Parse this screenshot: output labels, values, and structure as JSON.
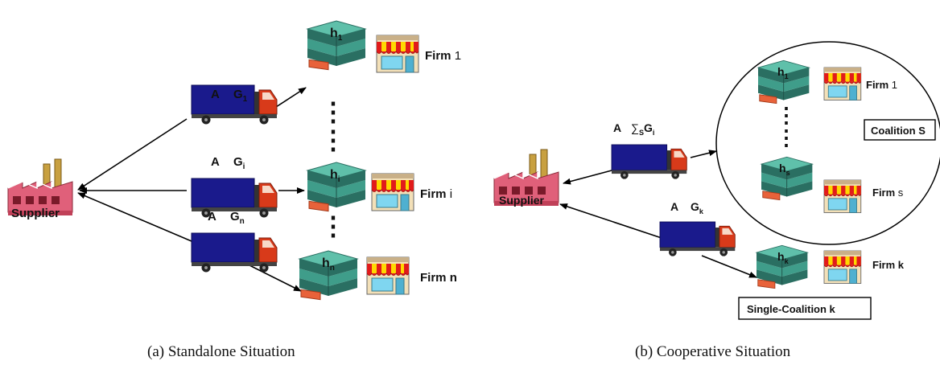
{
  "panel_a": {
    "caption": "(a) Standalone Situation",
    "supplier_label": "Supplier",
    "ellipsis": "⋮",
    "trucks": [
      {
        "cost": "A",
        "order": "G",
        "order_sub": "1"
      },
      {
        "cost": "A",
        "order": "G",
        "order_sub": "i"
      },
      {
        "cost": "A",
        "order": "G",
        "order_sub": "n"
      }
    ],
    "warehouses": [
      {
        "label": "h",
        "sub": "1"
      },
      {
        "label": "h",
        "sub": "i"
      },
      {
        "label": "h",
        "sub": "n"
      }
    ],
    "firms": [
      {
        "name": "Firm",
        "idx": "1"
      },
      {
        "name": "Firm",
        "idx": "i"
      },
      {
        "name": "Firm",
        "idx": "n"
      }
    ]
  },
  "panel_b": {
    "caption": "(b) Cooperative Situation",
    "supplier_label": "Supplier",
    "ellipsis": "⋮",
    "coalition_label": "Coalition S",
    "single_coalition_label": "Single-Coalition k",
    "truck_coalition": {
      "cost": "A",
      "sum_symbol": "∑",
      "sum_sub": "S",
      "order": "G",
      "order_sub": "i"
    },
    "truck_single": {
      "cost": "A",
      "order": "G",
      "order_sub": "k"
    },
    "warehouses": [
      {
        "label": "h",
        "sub": "1"
      },
      {
        "label": "h",
        "sub": "s"
      },
      {
        "label": "h",
        "sub": "k"
      }
    ],
    "firms": [
      {
        "name": "Firm",
        "idx": "1"
      },
      {
        "name": "Firm",
        "idx": "s"
      },
      {
        "name": "Firm",
        "idx": "k"
      }
    ]
  },
  "colors": {
    "truck_cargo": "#1a1a8c",
    "truck_cab": "#d83a1a",
    "warehouse": "#3f9d8a",
    "warehouse_dark": "#2a6f62",
    "store_awning_red": "#e11b1b",
    "store_awning_yellow": "#ffd800",
    "factory": "#e0607a",
    "chimney": "#c8a040"
  }
}
